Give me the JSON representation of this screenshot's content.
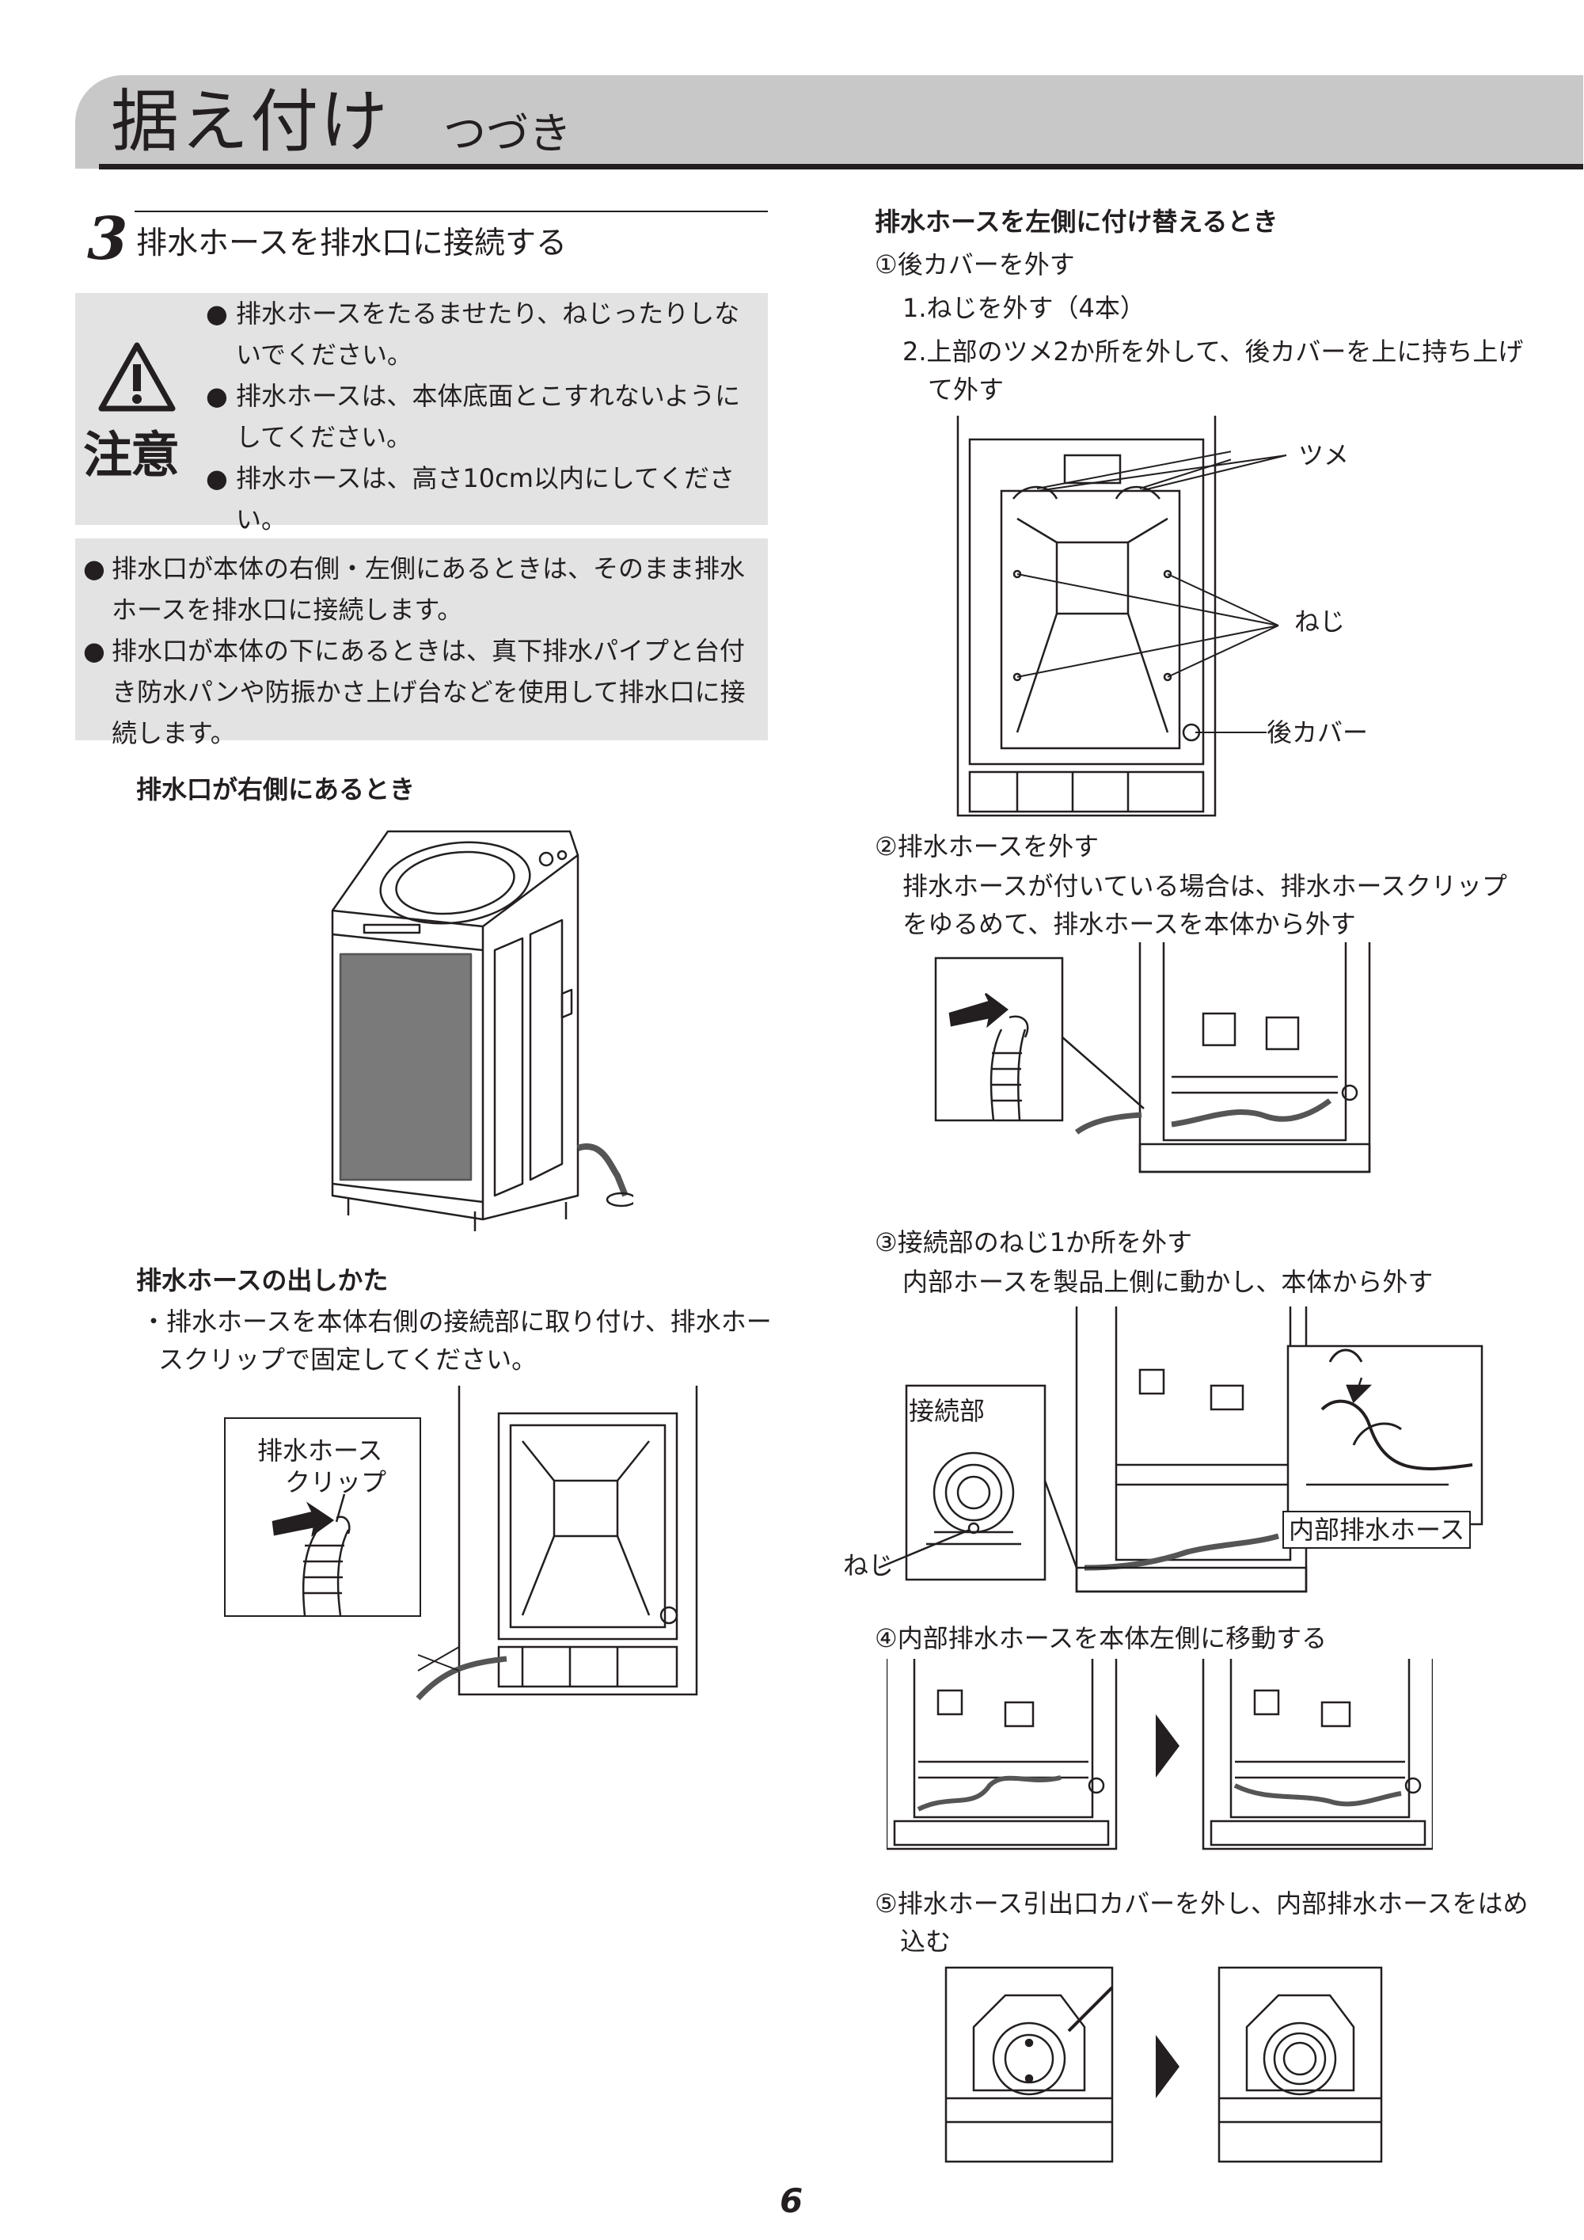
{
  "header": {
    "title": "据え付け",
    "subtitle": "つづき"
  },
  "section": {
    "number": "3",
    "title": "排水ホースを排水口に接続する"
  },
  "caution": {
    "label": "注意",
    "items": [
      "排水ホースをたるませたり、ねじったりしないでください。",
      "排水ホースは、本体底面とこすれないようにしてください。",
      "排水ホースは、高さ10cm以内にしてください。"
    ]
  },
  "info": {
    "items": [
      "排水口が本体の右側・左側にあるときは、そのまま排水ホースを排水口に接続します。",
      "排水口が本体の下にあるときは、真下排水パイプと台付き防水パンや防振かさ上げ台などを使用して排水口に接続します。"
    ]
  },
  "left": {
    "right_side_heading": "排水口が右側にあるとき",
    "routing_heading": "排水ホースの出しかた",
    "routing_text": "・排水ホースを本体右側の接続部に取り付け、排水ホースクリップで固定してください。",
    "clip_label_1": "排水ホース",
    "clip_label_2": "クリップ"
  },
  "right": {
    "heading": "排水ホースを左側に付け替えるとき",
    "step1": "①後カバーを外す",
    "step1_sub1": "1.ねじを外す（4本）",
    "step1_sub2": "2.上部のツメ2か所を外して、後カバーを上に持ち上げて外す",
    "label_tsume": "ツメ",
    "label_neji": "ねじ",
    "label_cover": "後カバー",
    "step2": "②排水ホースを外す",
    "step2_text": "排水ホースが付いている場合は、排水ホースクリップをゆるめて、排水ホースを本体から外す",
    "step3": "③接続部のねじ1か所を外す",
    "step3_text": "内部ホースを製品上側に動かし、本体から外す",
    "label_joint": "接続部",
    "label_neji2": "ねじ",
    "label_inner_hose": "内部排水ホース",
    "step4": "④内部排水ホースを本体左側に移動する",
    "step5": "⑤排水ホース引出口カバーを外し、内部排水ホースをはめ込む"
  },
  "page_number": "6"
}
